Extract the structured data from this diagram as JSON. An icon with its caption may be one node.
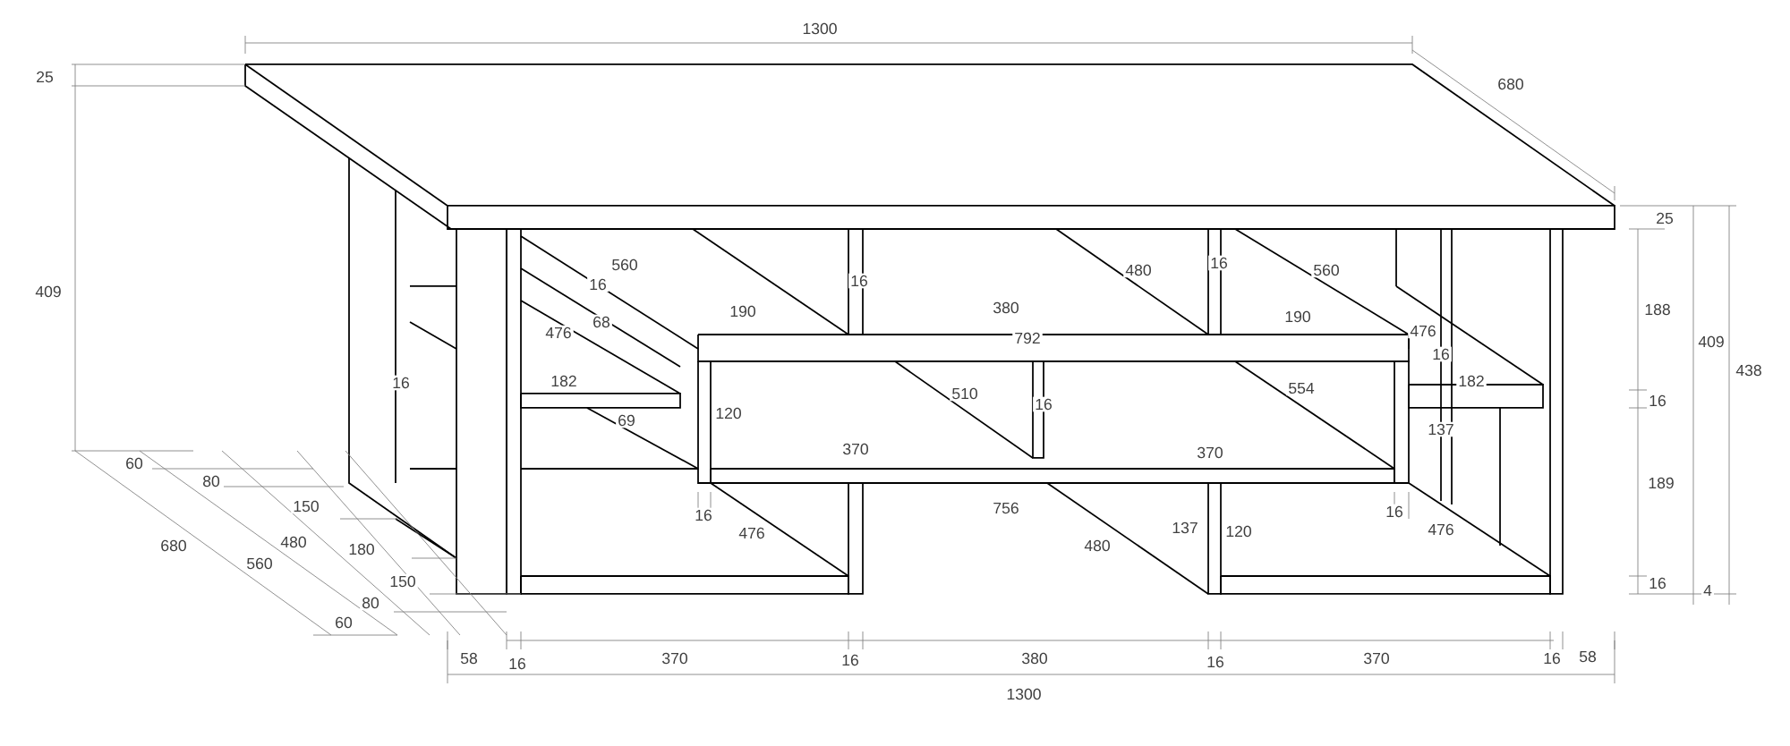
{
  "diagram": {
    "labels": [
      "1300",
      "25",
      "680",
      "409",
      "25",
      "560",
      "16",
      "190",
      "16",
      "380",
      "480",
      "16",
      "560",
      "190",
      "68",
      "476",
      "792",
      "476",
      "16",
      "188",
      "409",
      "438",
      "16",
      "182",
      "510",
      "16",
      "554",
      "182",
      "16",
      "120",
      "69",
      "137",
      "370",
      "370",
      "189",
      "16",
      "476",
      "756",
      "16",
      "476",
      "480",
      "137",
      "120",
      "16",
      "4",
      "60",
      "80",
      "150",
      "680",
      "480",
      "180",
      "560",
      "150",
      "80",
      "60",
      "58",
      "16",
      "370",
      "16",
      "380",
      "16",
      "370",
      "16",
      "58",
      "1300"
    ]
  }
}
